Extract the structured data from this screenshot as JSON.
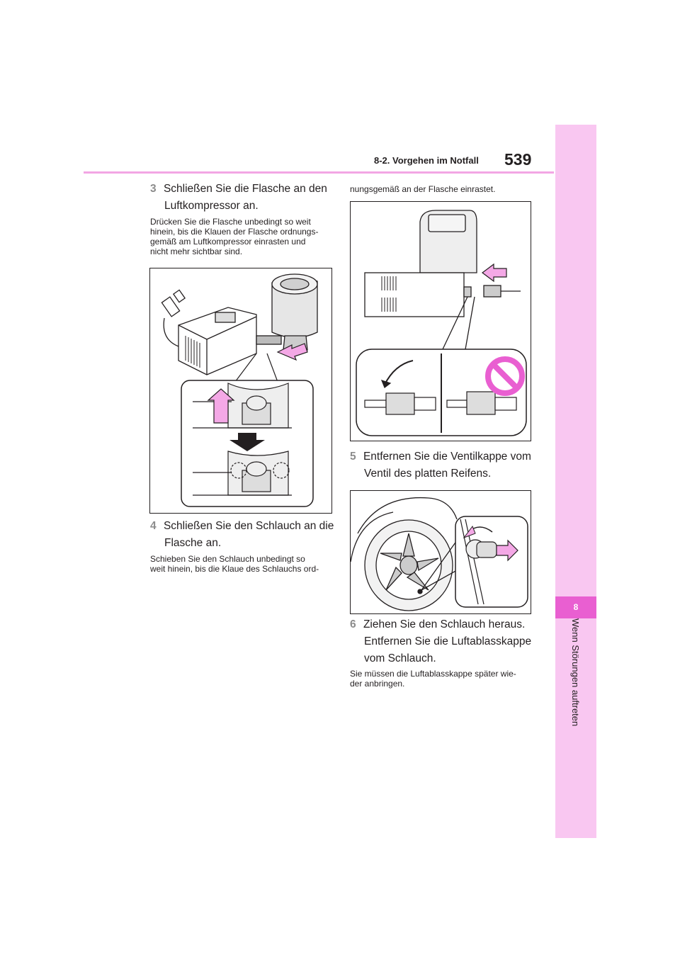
{
  "header": {
    "section": "8-2. Vorgehen im Notfall",
    "page_number": "539"
  },
  "side_tab": {
    "chapter_number": "8",
    "chapter_title": "Wenn Störungen auftreten"
  },
  "left_column": {
    "step3": {
      "number": "3",
      "line1": "Schließen Sie die Flasche an den",
      "line2": "Luftkompressor an."
    },
    "step3_note": [
      "Drücken Sie die Flasche unbedingt so weit",
      "hinein, bis die Klauen der Flasche ordnungs-",
      "gemäß am Luftkompressor einrasten und",
      "nicht mehr sichtbar sind."
    ],
    "step4": {
      "number": "4",
      "line1": "Schließen Sie den Schlauch an die",
      "line2": "Flasche an."
    },
    "step4_note": [
      "Schieben Sie den Schlauch unbedingt so",
      "weit hinein, bis die Klaue des Schlauchs ord-"
    ]
  },
  "right_column": {
    "step4_note_cont": "nungsgemäß an der Flasche einrastet.",
    "step5": {
      "number": "5",
      "line1": "Entfernen Sie die Ventilkappe vom",
      "line2": "Ventil des platten Reifens."
    },
    "step6": {
      "number": "6",
      "line1": "Ziehen Sie den Schlauch heraus.",
      "line2": "Entfernen Sie die Luftablasskappe",
      "line3": "vom Schlauch."
    },
    "step6_note": [
      "Sie müssen die Luftablasskappe später wie-",
      "der anbringen."
    ]
  },
  "colors": {
    "accent_pink": "#e95fd1",
    "tab_light_pink": "#f9c7f1",
    "arrow_pink": "#f4a8e6",
    "prohibit_pink": "#e95fd1"
  }
}
